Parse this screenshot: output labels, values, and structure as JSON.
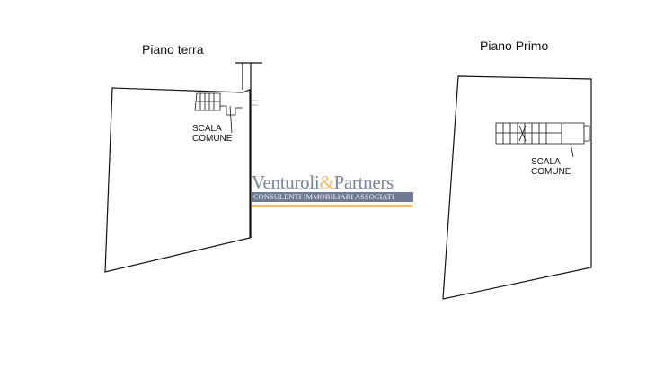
{
  "plans": [
    {
      "title": "Piano terra",
      "label_line1": "SCALA",
      "label_line2": "COMUNE"
    },
    {
      "title": "Piano Primo",
      "label_line1": "SCALA",
      "label_line2": "COMUNE"
    }
  ],
  "logo": {
    "name_part1": "Venturoli",
    "ampersand": "&",
    "name_part2": "Partners",
    "tagline": "CONSULENTI IMMOBILIARI ASSOCIATI"
  },
  "colors": {
    "logo_text": "#7a8499",
    "logo_accent": "#f2b85a",
    "line": "#111111"
  }
}
